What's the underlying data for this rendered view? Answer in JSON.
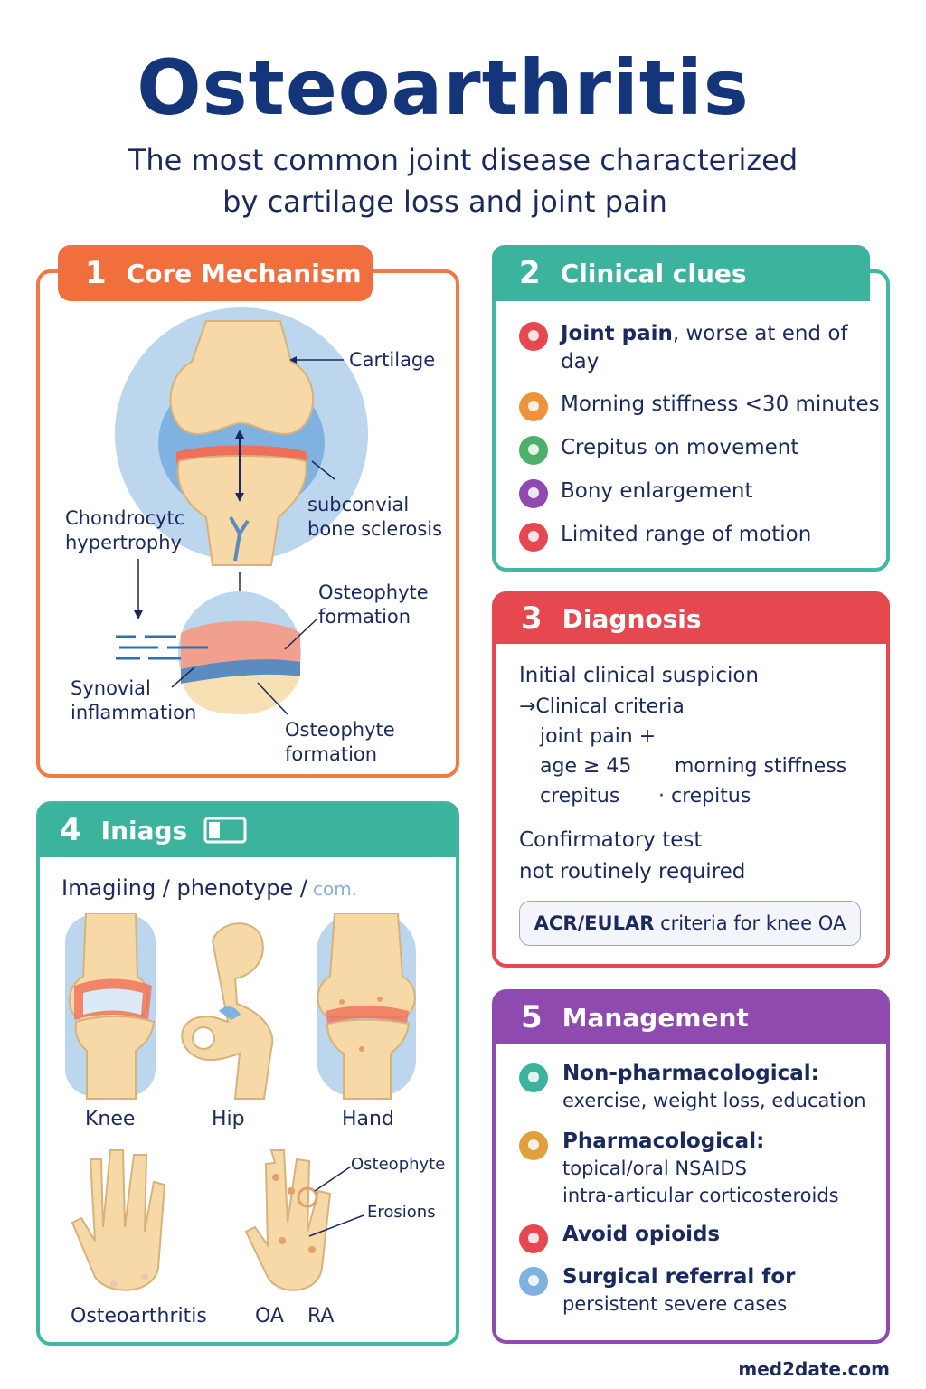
{
  "title": "Osteoarthritis",
  "subtitle_line1": "The most common joint disease characterized",
  "subtitle_line2": "by cartilage loss and joint pain",
  "panel1": {
    "number": "1",
    "title": "Core Mechanism",
    "labels": {
      "cartilage": "Cartilage",
      "chondrocyte_1": "Chondrocytc",
      "chondrocyte_2": "hypertrophy",
      "sclerosis_1": "subconvial",
      "sclerosis_2": "bone sclerosis",
      "osteophyte_a1": "Osteophyte",
      "osteophyte_a2": "formation",
      "synovial_1": "Synovial",
      "synovial_2": "inflammation",
      "osteophyte_b1": "Osteophyte",
      "osteophyte_b2": "formation"
    }
  },
  "panel2": {
    "number": "2",
    "title": "Clinical clues",
    "items": [
      {
        "bold": "Joint pain",
        "rest_1": ", worse at end of",
        "rest_2": "day",
        "color": "#e5484f",
        "icon": "joint-pain-icon"
      },
      {
        "text": "Morning stiffness <30 minutes",
        "color": "#f0913c",
        "icon": "clock-icon"
      },
      {
        "text": "Crepitus on movement",
        "color": "#4caf6a",
        "icon": "crepitus-icon"
      },
      {
        "text": "Bony enlargement",
        "color": "#8e4aae",
        "icon": "bone-icon"
      },
      {
        "text": "Limited range of motion",
        "color": "#e5484f",
        "icon": "range-of-motion-icon"
      }
    ]
  },
  "panel3": {
    "number": "3",
    "title": "Diagnosis",
    "initial": "Initial clinical suspicion",
    "criteria": "→Clinical criteria",
    "joint_pain": "joint pain +",
    "age": "age ≥ 45",
    "morning": "morning stiffness",
    "crepitus_left": "crepitus",
    "crepitus_right": "· crepitus",
    "confirm_1": "Confirmatory test",
    "confirm_2": "not routinely required",
    "box_bold": "ACR/EULAR",
    "box_rest": " criteria for knee OA"
  },
  "panel4": {
    "number": "4",
    "title": "Iniags",
    "subtitle": "Imagiing / phenotype /",
    "subtitle_faint": "com.",
    "joints": {
      "knee": "Knee",
      "hip": "Hip",
      "hand": "Hand"
    },
    "hands": {
      "oa_label": "Osteoarthritis",
      "oa": "OA",
      "ra": "RA",
      "osteophyte": "Osteophyte",
      "erosions": "Erosions"
    }
  },
  "panel5": {
    "number": "5",
    "title": "Management",
    "items": [
      {
        "head": "Non-pharmacological:",
        "desc_1": "exercise, weight loss, education",
        "color": "#3cb39d",
        "icon": "exercise-icon"
      },
      {
        "head": "Pharmacological:",
        "desc_1": "topical/oral NSAIDS",
        "desc_2": "intra-articular corticosteroids",
        "color": "#e0a03c",
        "icon": "pill-icon"
      },
      {
        "head": "Avoid opioids",
        "color": "#e5484f",
        "icon": "no-opioids-icon"
      },
      {
        "head": "Surgical referral for",
        "desc_1": "persistent severe cases",
        "color": "#7fb2e0",
        "icon": "surgery-icon"
      }
    ]
  },
  "footer": "med2date.com"
}
